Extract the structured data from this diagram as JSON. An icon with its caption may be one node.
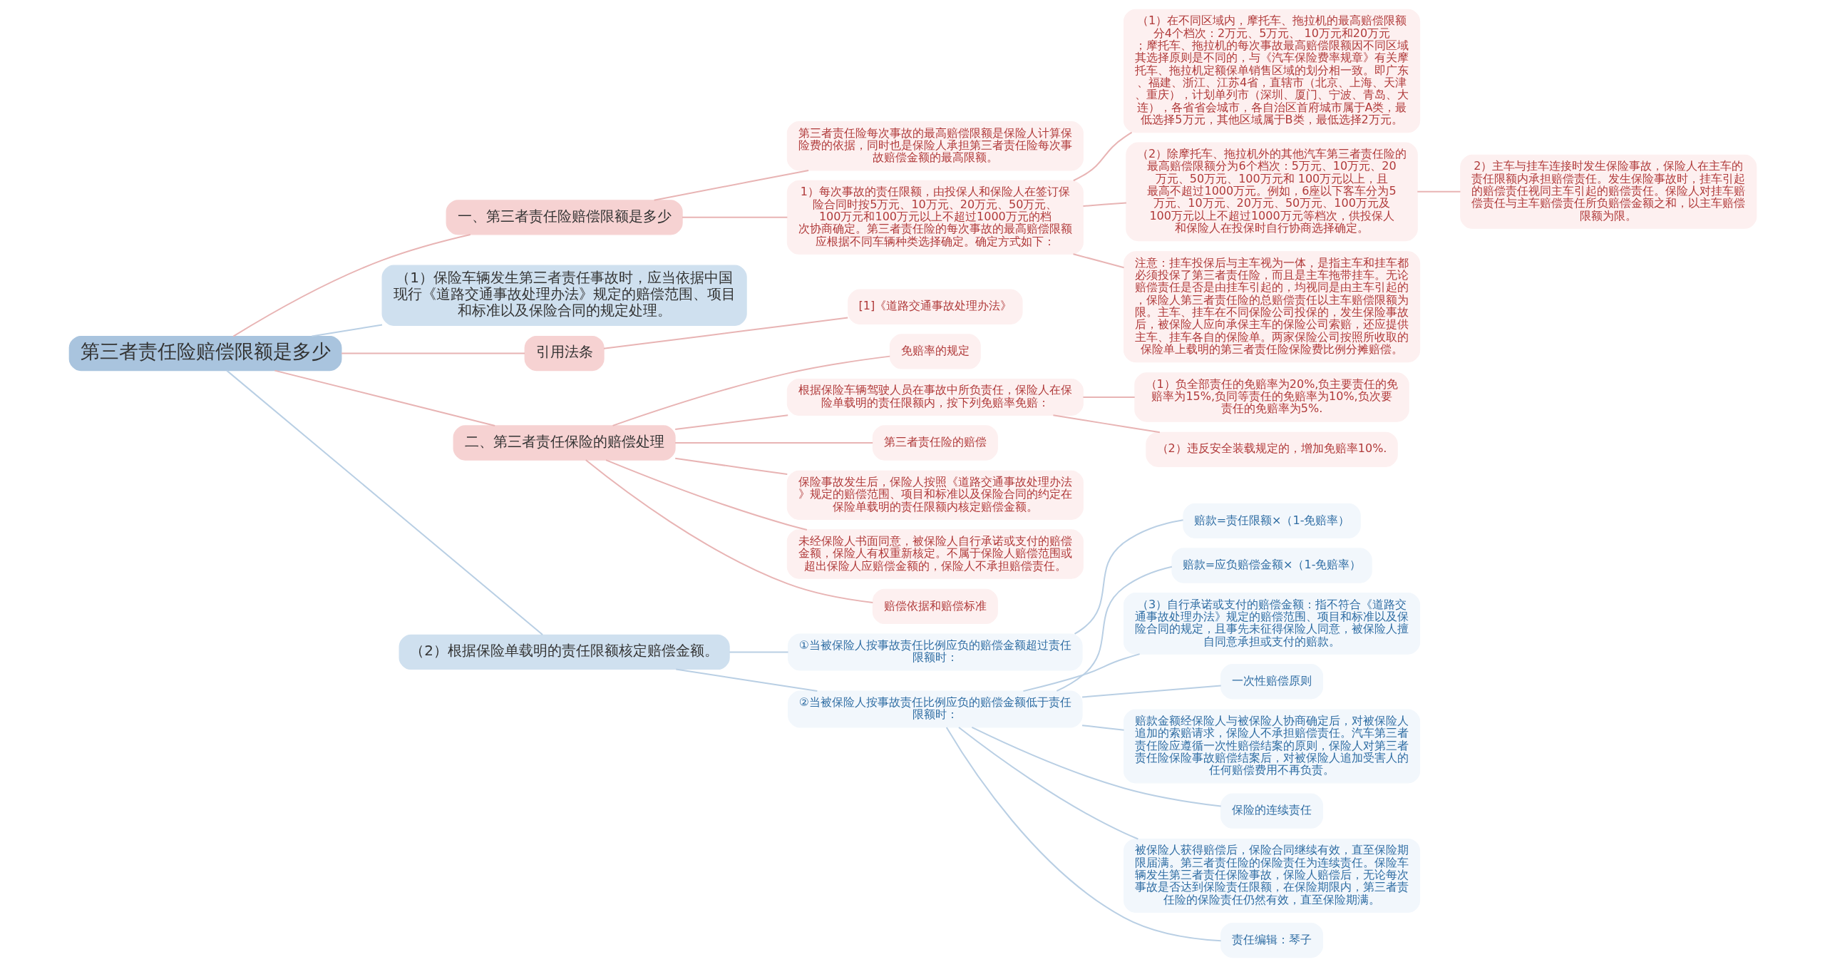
{
  "diagram": {
    "nodes": [
      {
        "text": [
          "第三者责任险赔偿限额是多少"
        ]
      },
      {
        "text": [
          "一、第三者责任险赔偿限额是多少"
        ]
      },
      {
        "text": [
          "第三者责任险每次事故的最高赔偿限额是保险人计算保险费的依据，同时也是保险人承担第三者责任险每次事故赔偿金额的最高限额。"
        ]
      },
      {
        "text": [
          "1）每次事故的责任限额，由投保人和保险人在签订保险合同时按5万元、10万元、20万元、50万元、100万元和100万元以上不超过1000万元的档次协商确定。第三者责任险的每次事故的最高赔偿限额应根据不同车辆种类选择确定。确定方式如下："
        ]
      },
      {
        "text": [
          "（1）在不同区域内，摩托车、拖拉机的最高赔偿限额分4个档次：2万元、5万元、 10万元和20万元；摩托车、拖拉机的每次事故最高赔偿限额因不同区域其选择原则是不同的，与《汽车保险费率规章》有关摩托车、拖拉机定额保单销售区域的划分相一致。即广东、福建、浙江、江苏4省，直辖市（北京、上海、天津、重庆），计划单列市（深圳、厦门、宁波、青岛、大连），各省省会城市，各自治区首府城市属于A类，最低选择5万元，其他区域属于B类，最低选择2万元。"
        ]
      },
      {
        "text": [
          "（2）除摩托车、拖拉机外的其他汽车第三者责任险的最高赔偿限额分为6个档次：5万元、10万元、20万元、50万元、100万元和 100万元以上，且最高不超过1000万元。例如，6座以下客车分为5万元、10万元、20万元、50万元、100万元及100万元以上不超过1000万元等档次，供投保人和保险人在投保时自行协商选择确定。"
        ]
      },
      {
        "text": [
          "2）主车与挂车连接时发生保险事故，保险人在主车的责任限额内承担赔偿责任。发生保险事故时，挂车引起的赔偿责任视同主车引起的赔偿责任。保险人对挂车赔偿责任与主车赔偿责任所负赔偿金额之和，以主车赔偿限额为限。"
        ]
      },
      {
        "text": [
          "注意：挂车投保后与主车视为一体，是指主车和挂车都必须投保了第三者责任险，而且是主车拖带挂车。无论赔偿责任是否是由挂车引起的，均视同是由主车引起的，保险人第三者责任险的总赔偿责任以主车赔偿限额为限。主车、挂车在不同保险公司投保的，发生保险事故后，被保险人应向承保主车的保险公司索赔，还应提供主车、挂车各自的保险单。两家保险公司按照所收取的保险单上载明的第三者责任险保险费比例分摊赔偿。"
        ]
      },
      {
        "text": [
          "（1）保险车辆发生第三者责任事故时，应当依据中国现行《道路交通事故处理办法》规定的赔偿范围、项目和标准以及保险合同的规定处理。"
        ]
      },
      {
        "text": [
          "引用法条"
        ]
      },
      {
        "text": [
          "[1]《道路交通事故处理办法》"
        ]
      },
      {
        "text": [
          "二、第三者责任保险的赔偿处理"
        ]
      },
      {
        "text": [
          "免赔率的规定"
        ]
      },
      {
        "text": [
          "根据保险车辆驾驶人员在事故中所负责任，保险人在保险单载明的责任限额内，按下列免赔率免赔："
        ]
      },
      {
        "text": [
          "（1）负全部责任的免赔率为20%,负主要责任的免赔率为15%,负同等责任的免赔率为10%,负次要责任的免赔率为5%."
        ]
      },
      {
        "text": [
          "（2）违反安全装载规定的，增加免赔率10%."
        ]
      },
      {
        "text": [
          "第三者责任险的赔偿"
        ]
      },
      {
        "text": [
          "保险事故发生后，保险人按照《道路交通事故处理办法》规定的赔偿范围、项目和标准以及保险合同的约定在保险单载明的责任限额内核定赔偿金额。"
        ]
      },
      {
        "text": [
          "未经保险人书面同意，被保险人自行承诺或支付的赔偿金额，保险人有权重新核定。不属于保险人赔偿范围或超出保险人应赔偿金额的，保险人不承担赔偿责任。"
        ]
      },
      {
        "text": [
          "赔偿依据和赔偿标准"
        ]
      },
      {
        "text": [
          "（2）根据保险单载明的责任限额核定赔偿金额。"
        ]
      },
      {
        "text": [
          "①当被保险人按事故责任比例应负的赔偿金额超过责任限额时："
        ]
      },
      {
        "text": [
          "赔款=责任限额×（1-免赔率）"
        ]
      },
      {
        "text": [
          "②当被保险人按事故责任比例应负的赔偿金额低于责任限额时："
        ]
      },
      {
        "text": [
          "赔款=应负赔偿金额×（1-免赔率）"
        ]
      },
      {
        "text": [
          "（3）自行承诺或支付的赔偿金额：指不符合《道路交通事故处理办法》规定的赔偿范围、项目和标准以及保险合同的规定，且事先未征得保险人同意，被保险人擅自同意承担或支付的赔款。"
        ]
      },
      {
        "text": [
          "一次性赔偿原则"
        ]
      },
      {
        "text": [
          "赔款金额经保险人与被保险人协商确定后，对被保险人追加的索赔请求，保险人不承担赔偿责任。汽车第三者责任险应遵循一次性赔偿结案的原则，保险人对第三者责任险保险事故赔偿结案后，对被保险人追加受害人的任何赔偿费用不再负责。"
        ]
      },
      {
        "text": [
          "保险的连续责任"
        ]
      },
      {
        "text": [
          "被保险人获得赔偿后，保险合同继续有效，直至保险期限届满。第三者责任险的保险责任为连续责任。保险车辆发生第三者责任保险事故，保险人赔偿后，无论每次事故是否达到保险责任限额，在保险期限内，第三者责任险的保险责任仍然有效，直至保险期满。"
        ]
      },
      {
        "text": [
          "责任编辑：琴子"
        ]
      }
    ],
    "edges": [
      {
        "from": 0,
        "to": 1,
        "arrow": "none"
      },
      {
        "from": 1,
        "to": 2,
        "arrow": "none"
      },
      {
        "from": 1,
        "to": 3,
        "arrow": "none"
      },
      {
        "from": 3,
        "to": 4,
        "arrow": "none"
      },
      {
        "from": 3,
        "to": 5,
        "arrow": "none"
      },
      {
        "from": 5,
        "to": 6,
        "arrow": "none"
      },
      {
        "from": 3,
        "to": 7,
        "arrow": "none"
      },
      {
        "from": 0,
        "to": 8,
        "arrow": "none",
        "color": "#b9cfe4"
      },
      {
        "from": 0,
        "to": 9,
        "arrow": "none"
      },
      {
        "from": 9,
        "to": 10,
        "arrow": "none"
      },
      {
        "from": 0,
        "to": 11,
        "arrow": "none"
      },
      {
        "from": 11,
        "to": 12,
        "arrow": "none"
      },
      {
        "from": 11,
        "to": 13,
        "arrow": "none"
      },
      {
        "from": 13,
        "to": 14,
        "arrow": "none"
      },
      {
        "from": 13,
        "to": 15,
        "arrow": "none"
      },
      {
        "from": 11,
        "to": 16,
        "arrow": "none"
      },
      {
        "from": 11,
        "to": 17,
        "arrow": "none"
      },
      {
        "from": 11,
        "to": 18,
        "arrow": "none"
      },
      {
        "from": 11,
        "to": 19,
        "arrow": "none"
      },
      {
        "from": 0,
        "to": 20,
        "arrow": "none",
        "color": "#b9cfe4"
      },
      {
        "from": 20,
        "to": 21,
        "arrow": "none",
        "color": "#b9cfe4"
      },
      {
        "from": 21,
        "to": 22,
        "arrow": "none",
        "color": "#b9cfe4"
      },
      {
        "from": 20,
        "to": 23,
        "arrow": "none",
        "color": "#b9cfe4"
      },
      {
        "from": 23,
        "to": 24,
        "arrow": "none",
        "color": "#b9cfe4"
      },
      {
        "from": 23,
        "to": 25,
        "arrow": "none",
        "color": "#b9cfe4"
      },
      {
        "from": 23,
        "to": 26,
        "arrow": "none",
        "color": "#b9cfe4"
      },
      {
        "from": 23,
        "to": 27,
        "arrow": "none",
        "color": "#b9cfe4"
      },
      {
        "from": 23,
        "to": 28,
        "arrow": "none",
        "color": "#b9cfe4"
      },
      {
        "from": 23,
        "to": 29,
        "arrow": "none",
        "color": "#b9cfe4"
      },
      {
        "from": 23,
        "to": 30,
        "arrow": "none",
        "color": "#b9cfe4"
      }
    ]
  }
}
